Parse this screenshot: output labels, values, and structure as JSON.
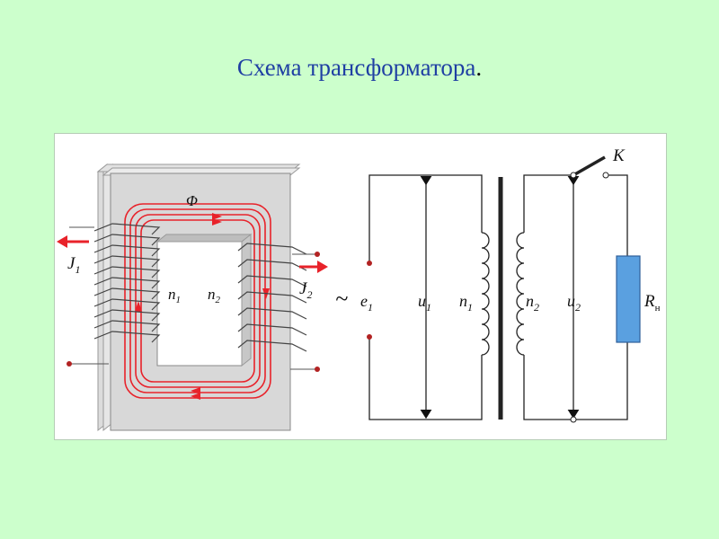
{
  "title": {
    "text": "Схема трансформатора",
    "dot": "."
  },
  "core": {
    "flux_label": "Φ",
    "current1_main": "J",
    "current1_sub": "1",
    "current2_main": "J",
    "current2_sub": "2",
    "coil1_main": "n",
    "coil1_sub": "1",
    "coil2_main": "n",
    "coil2_sub": "2"
  },
  "circuit": {
    "source_symbol": "~",
    "emf_main": "e",
    "emf_sub": "1",
    "u1_main": "u",
    "u1_sub": "1",
    "n1_main": "n",
    "n1_sub": "1",
    "n2_main": "n",
    "n2_sub": "2",
    "u2_main": "u",
    "u2_sub": "2",
    "switch_label": "K",
    "load_main": "R",
    "load_sub": "н"
  },
  "colors": {
    "flux": "#e8222a",
    "wire": "#222222",
    "load_fill": "#5aa0e0",
    "terminal": "#b22222"
  }
}
